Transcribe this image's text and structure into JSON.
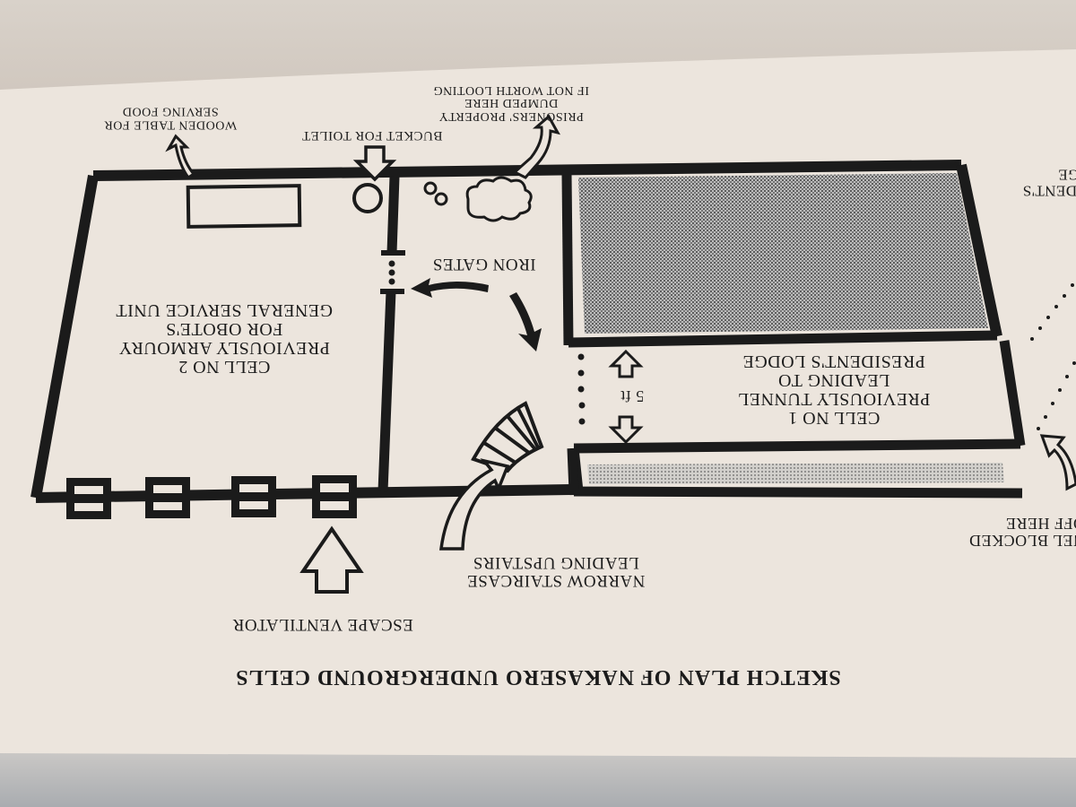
{
  "title": "SKETCH PLAN OF NAKASERO UNDERGROUND CELLS",
  "labels": {
    "cell2": [
      "CELL NO 2",
      "PREVIOUSLY ARMOURY",
      "FOR OBOTE'S",
      "GENERAL SERVICE UNIT"
    ],
    "cell1": [
      "CELL NO 1",
      "PREVIOUSLY TUNNEL",
      "LEADING TO",
      "PRESIDENT'S LODGE"
    ],
    "iron_gates": "IRON GATES",
    "five_ft": "5 ft",
    "escape_ventilator": "ESCAPE VENTILATOR",
    "staircase": [
      "NARROW STAIRCASE",
      "LEADING UPSTAIRS"
    ],
    "bucket": "BUCKET FOR TOILET",
    "wooden_table": [
      "WOODEN TABLE FOR",
      "SERVING FOOD"
    ],
    "prisoners_property": [
      "PRISONERS' PROPERTY",
      "DUMPED HERE",
      "IF NOT WORTH LOOTING"
    ],
    "residents_lodge": [
      "RESIDENT'S",
      "LODGE"
    ],
    "tunnel_blocked": [
      "NEL BLOCKED",
      "OFF HERE"
    ]
  },
  "colors": {
    "ink": "#1b1b1b",
    "paper": "#ece5dd",
    "shade": "#6f6f6f"
  }
}
